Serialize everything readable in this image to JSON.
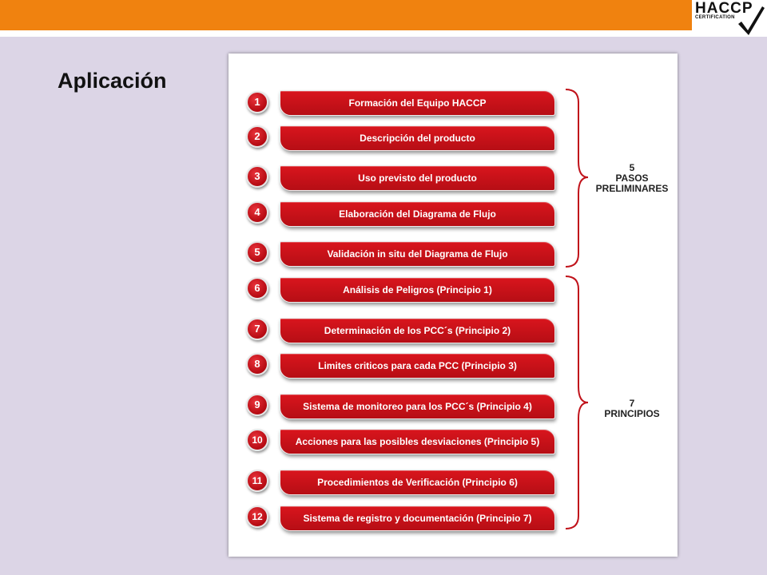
{
  "header": {
    "logo_main": "HACCP",
    "logo_sub": "CERTIFICATION"
  },
  "page_title": "Aplicación",
  "steps": [
    {
      "number": "1",
      "label": "Formación del Equipo HACCP"
    },
    {
      "number": "2",
      "label": "Descripción del producto"
    },
    {
      "number": "3",
      "label": "Uso previsto del producto"
    },
    {
      "number": "4",
      "label": "Elaboración del Diagrama de Flujo"
    },
    {
      "number": "5",
      "label": "Validación in situ del Diagrama de Flujo"
    },
    {
      "number": "6",
      "label": "Análisis de Peligros (Principio 1)"
    },
    {
      "number": "7",
      "label": "Determinación de los PCC´s (Principio 2)"
    },
    {
      "number": "8",
      "label": "Limites criticos para cada PCC (Principio 3)"
    },
    {
      "number": "9",
      "label": "Sistema de monitoreo para los PCC´s (Principio 4)"
    },
    {
      "number": "10",
      "label": "Acciones para las posibles desviaciones (Principio 5)"
    },
    {
      "number": "11",
      "label": "Procedimientos de Verificación (Principio 6)"
    },
    {
      "number": "12",
      "label": "Sistema de registro y documentación (Principio 7)"
    }
  ],
  "groups": {
    "preliminary": {
      "count": "5",
      "line1": "PASOS",
      "line2": "PRELIMINARES"
    },
    "principles": {
      "count": "7",
      "line1": "PRINCIPIOS"
    }
  }
}
